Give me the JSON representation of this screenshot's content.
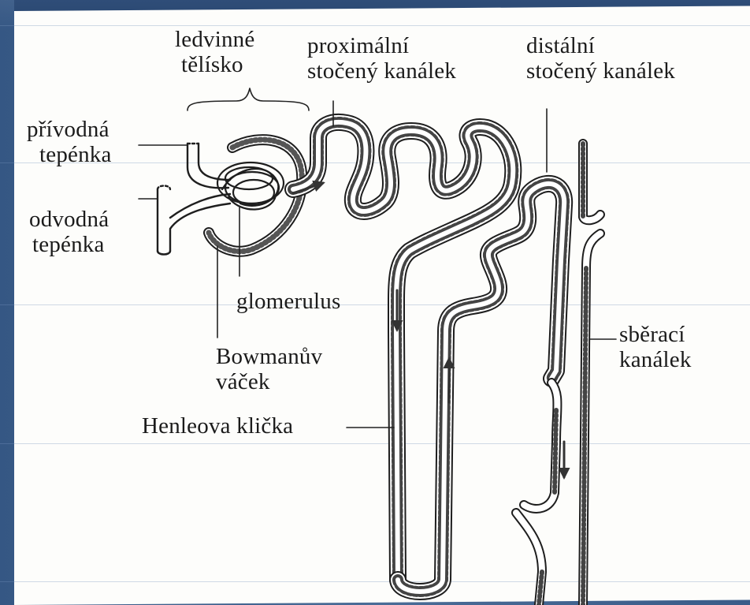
{
  "labels": {
    "renal_corpuscle": [
      "ledvinné",
      "tělísko"
    ],
    "proximal_tubule": [
      "proximální",
      "stočený kanálek"
    ],
    "distal_tubule": [
      "distální",
      "stočený kanálek"
    ],
    "afferent_arteriole": [
      "přívodná",
      "tepénka"
    ],
    "efferent_arteriole": [
      "odvodná",
      "tepénka"
    ],
    "glomerulus": "glomerulus",
    "bowmans_capsule": [
      "Bowmanův",
      "váček"
    ],
    "loop_of_henle": "Henleova klička",
    "collecting_duct": [
      "sběrací",
      "kanálek"
    ]
  },
  "colors": {
    "slide_background": "#3f5f8c",
    "paper": "#fdfdfb",
    "ink": "#1b1b1b"
  }
}
